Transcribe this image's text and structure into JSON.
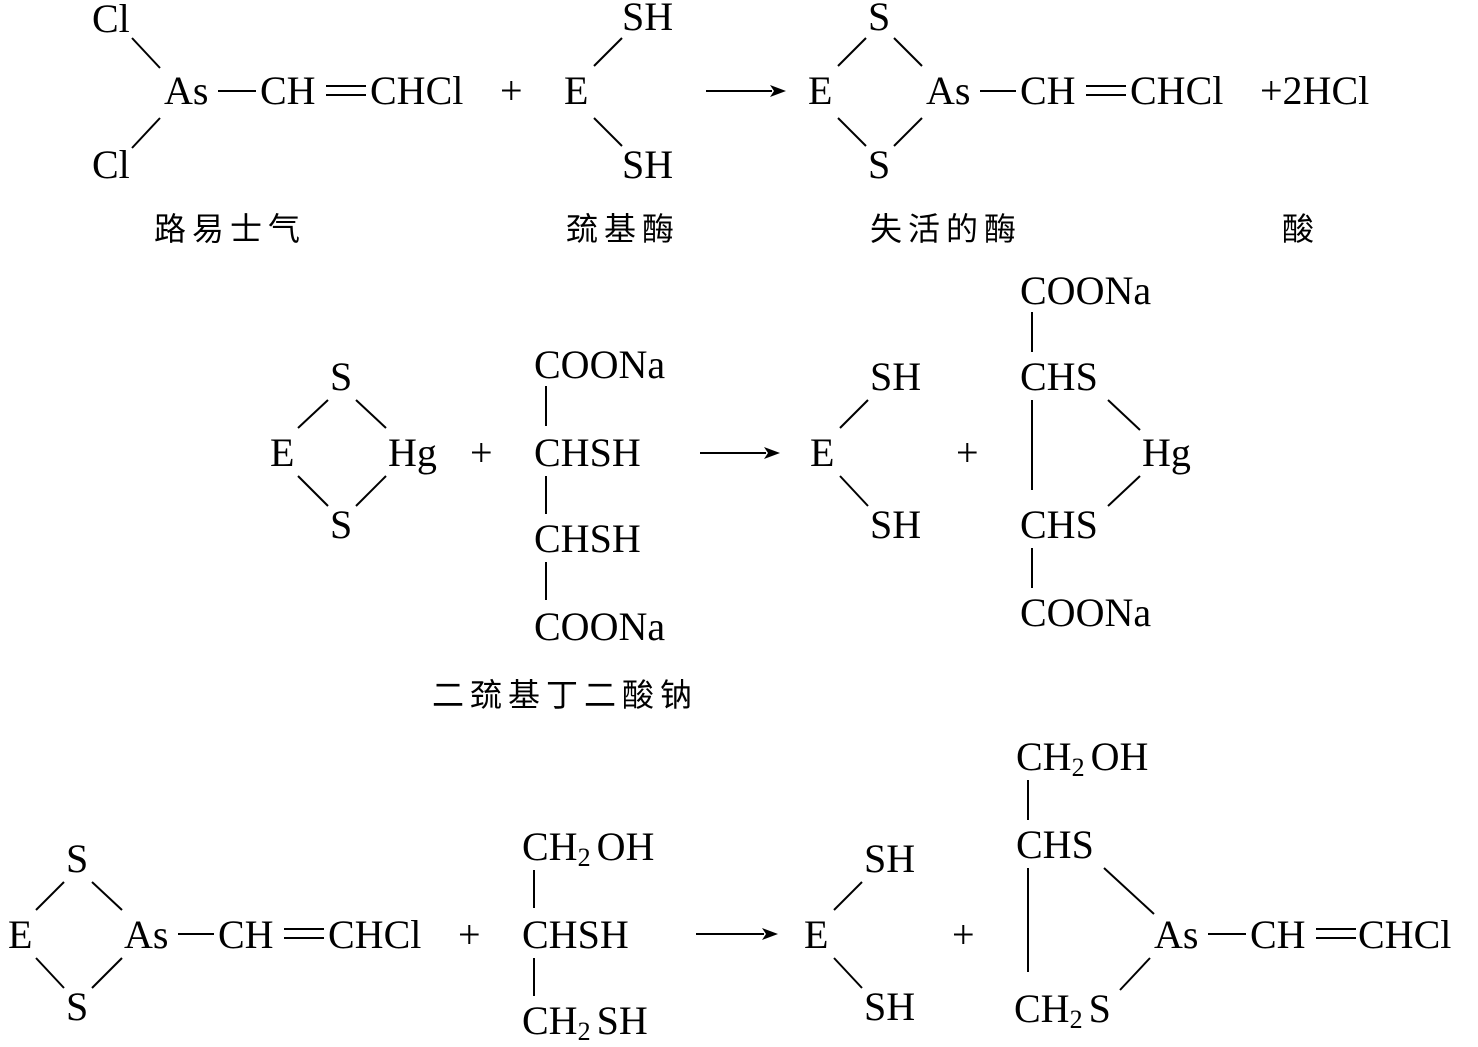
{
  "reaction1": {
    "lewisite": {
      "cl_top": "Cl",
      "cl_bottom": "Cl",
      "as": "As",
      "ch": "CH",
      "chcl": "CHCl"
    },
    "plus1": "+",
    "enzyme": {
      "sh_top": "SH",
      "e": "E",
      "sh_bottom": "SH"
    },
    "product": {
      "s_top": "S",
      "e": "E",
      "s_bottom": "S",
      "as": "As",
      "ch": "CH",
      "chcl": "CHCl"
    },
    "byproduct": "+2HCl",
    "labels": {
      "lewisite": "路易士气",
      "enzyme": "巯基酶",
      "inactive_enzyme": "失活的酶",
      "acid": "酸"
    }
  },
  "reaction2": {
    "reactant": {
      "s_top": "S",
      "e": "E",
      "s_bottom": "S",
      "hg": "Hg"
    },
    "plus1": "+",
    "dmsa": {
      "coona_top": "COONa",
      "chsh_1": "CHSH",
      "chsh_2": "CHSH",
      "coona_bottom": "COONa"
    },
    "enzyme": {
      "sh_top": "SH",
      "e": "E",
      "sh_bottom": "SH"
    },
    "plus2": "+",
    "complex": {
      "coona_top": "COONa",
      "chs_1": "CHS",
      "hg": "Hg",
      "chs_2": "CHS",
      "coona_bottom": "COONa"
    },
    "labels": {
      "dmsa": "二巯基丁二酸钠"
    }
  },
  "reaction3": {
    "reactant": {
      "s_top": "S",
      "e": "E",
      "s_bottom": "S",
      "as": "As",
      "ch": "CH",
      "chcl": "CHCl"
    },
    "plus1": "+",
    "bal": {
      "ch2oh_ch": "CH",
      "ch2oh_2": "2",
      "ch2oh_oh": "OH",
      "chsh": "CHSH",
      "ch2sh_ch": "CH",
      "ch2sh_2": "2",
      "ch2sh_sh": "SH"
    },
    "enzyme": {
      "sh_top": "SH",
      "e": "E",
      "sh_bottom": "SH"
    },
    "plus2": "+",
    "complex": {
      "ch2oh_ch": "CH",
      "ch2oh_2": "2",
      "ch2oh_oh": "OH",
      "chs": "CHS",
      "as": "As",
      "ch": "CH",
      "chcl": "CHCl",
      "ch2s_ch": "CH",
      "ch2s_2": "2",
      "ch2s_s": "S"
    }
  }
}
